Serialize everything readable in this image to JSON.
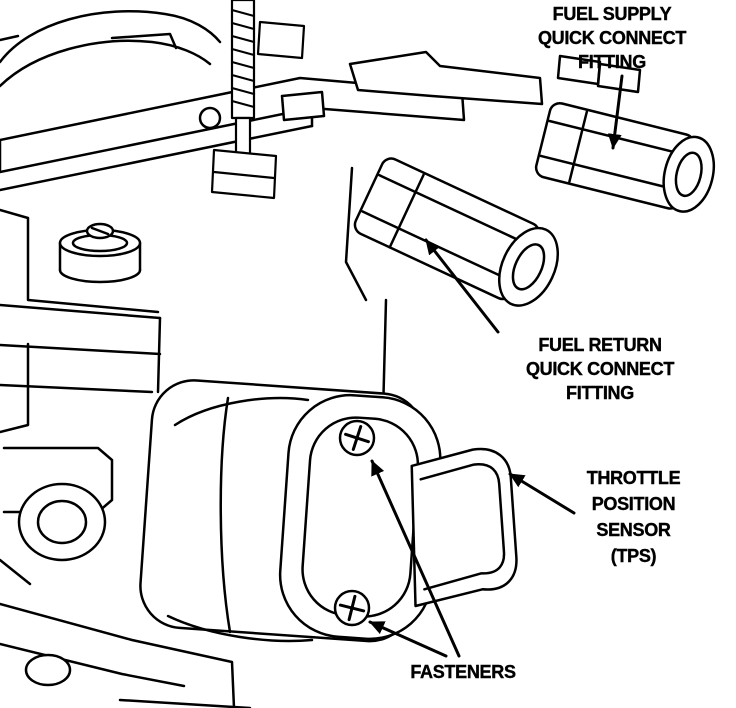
{
  "diagram": {
    "labels": {
      "fuel_supply": "FUEL SUPPLY\nQUICK CONNECT\nFITTING",
      "fuel_return": "FUEL RETURN\nQUICK CONNECT\nFITTING",
      "tps": "THROTTLE\nPOSITION\nSENSOR\n(TPS)",
      "fasteners": "FASTENERS"
    },
    "colors": {
      "line": "#000000",
      "background": "#ffffff"
    }
  }
}
